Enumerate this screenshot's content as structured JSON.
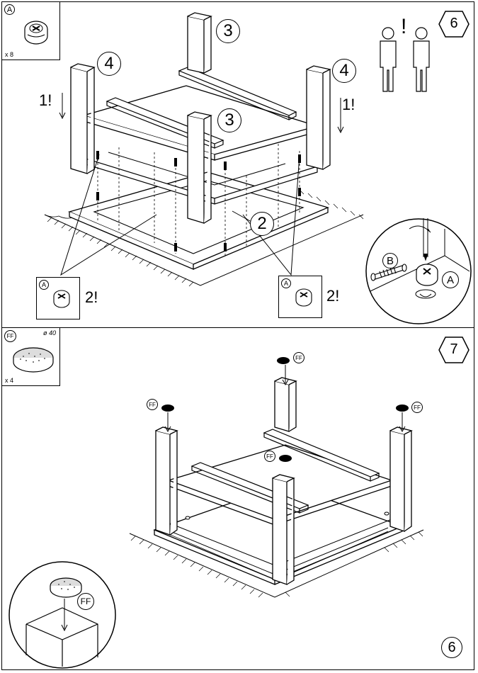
{
  "step6": {
    "step_number": "6",
    "parts": {
      "letter": "A",
      "qty": "x 8"
    },
    "labels": {
      "leg_back": "3",
      "leg_front": "3",
      "leg_left": "4",
      "leg_right": "4",
      "rail": "2",
      "insert_left": "1!",
      "insert_right": "1!",
      "two_people": "!",
      "callout_left_letter": "A",
      "callout_left_count": "2!",
      "callout_right_letter": "A",
      "callout_right_count": "2!",
      "detail_b": "B",
      "detail_a": "A"
    }
  },
  "step7": {
    "step_number": "7",
    "parts": {
      "letter": "FF",
      "qty": "x 4",
      "diameter": "ø 40"
    },
    "labels": {
      "ff_top": "FF",
      "ff_left": "FF",
      "ff_right": "FF",
      "ff_center": "FF",
      "detail_ff": "FF"
    }
  },
  "page_number": "6"
}
